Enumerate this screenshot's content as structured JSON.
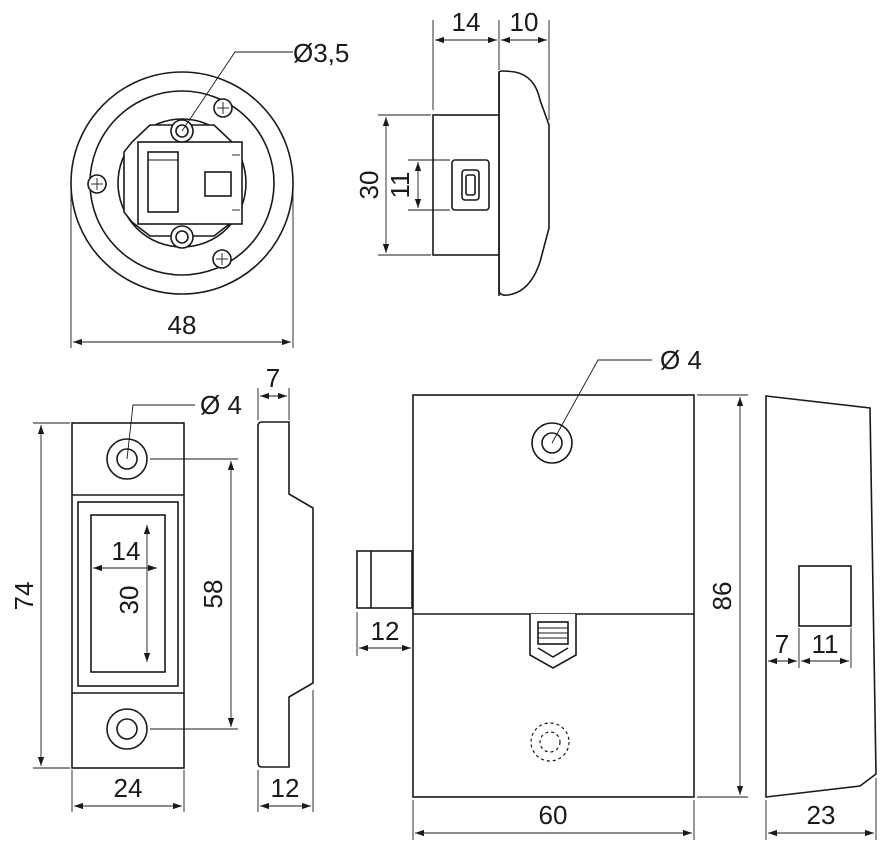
{
  "views": {
    "front_round": {
      "diameter": "48",
      "hole": "Ø3,5"
    },
    "side_round": {
      "depth_body": "14",
      "depth_rim": "10",
      "height": "30",
      "slot": "11"
    },
    "strike_plate": {
      "hole": "Ø 4",
      "thickness": "7",
      "height": "74",
      "hole_pitch": "58",
      "opening_width": "14",
      "opening_height": "30",
      "width": "24",
      "depth": "12"
    },
    "lock_body": {
      "hole": "Ø 4",
      "bolt_throw": "12",
      "height": "86",
      "width": "60"
    },
    "lock_side": {
      "offset": "7",
      "slot": "11",
      "depth": "23"
    }
  },
  "colors": {
    "line": "#1a1a1a",
    "background": "#ffffff"
  }
}
